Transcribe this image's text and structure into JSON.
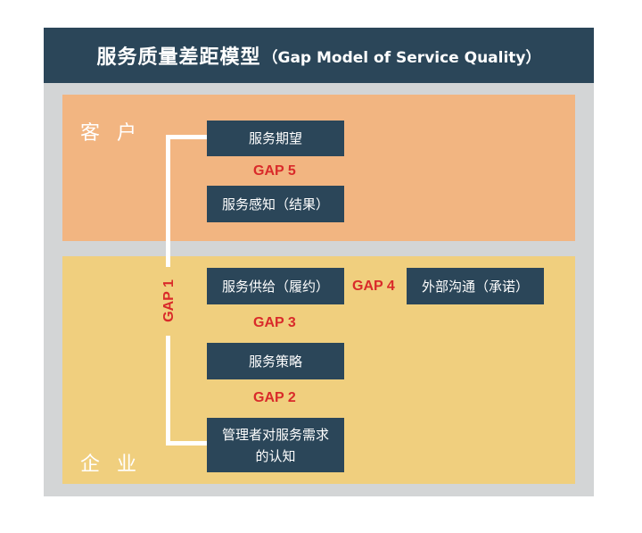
{
  "header": {
    "title_cn": "服务质量差距模型",
    "title_en": "（Gap Model of Service Quality）"
  },
  "zones": {
    "customer": "客 户",
    "company": "企 业"
  },
  "boxes": {
    "expectation": "服务期望",
    "perception": "服务感知（结果）",
    "delivery": "服务供给（履约）",
    "external": "外部沟通（承诺）",
    "strategy": "服务策略",
    "mgmt_line1": "管理者对服务需求",
    "mgmt_line2": "的认知"
  },
  "gaps": {
    "gap1": "GAP 1",
    "gap2": "GAP 2",
    "gap3": "GAP 3",
    "gap4": "GAP 4",
    "gap5": "GAP 5"
  },
  "colors": {
    "header_bg": "#2b4659",
    "box_bg": "#2b4659",
    "customer_zone": "#f2b581",
    "company_zone": "#f0cf7e",
    "frame": "#d3d5d6",
    "gap_text": "#d92a2a"
  }
}
